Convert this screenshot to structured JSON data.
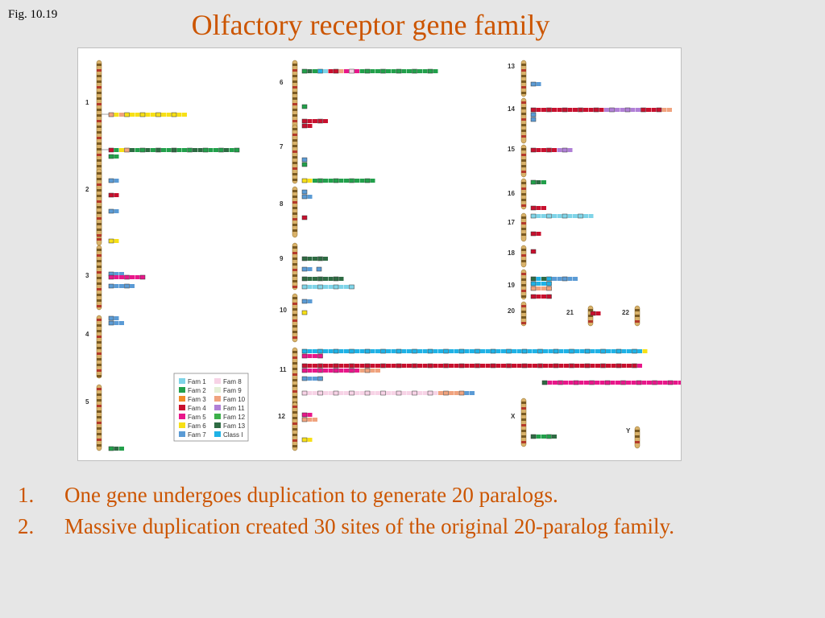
{
  "fig_label": "Fig. 10.19",
  "title": "Olfactory receptor gene family",
  "legend": [
    {
      "label": "Fam 1",
      "color": "#7fd4e8"
    },
    {
      "label": "Fam 2",
      "color": "#22a04b"
    },
    {
      "label": "Fam 3",
      "color": "#f28c28"
    },
    {
      "label": "Fam 4",
      "color": "#c8102e"
    },
    {
      "label": "Fam 5",
      "color": "#e8178a"
    },
    {
      "label": "Fam 6",
      "color": "#f7e017"
    },
    {
      "label": "Fam 7",
      "color": "#5b9bd5"
    },
    {
      "label": "Fam 8",
      "color": "#f7d3e6"
    },
    {
      "label": "Fam 9",
      "color": "#e4f0d6"
    },
    {
      "label": "Fam 10",
      "color": "#f0a37e"
    },
    {
      "label": "Fam 11",
      "color": "#b07fd6"
    },
    {
      "label": "Fam 12",
      "color": "#3cb04a"
    },
    {
      "label": "Fam 13",
      "color": "#2e6b43"
    },
    {
      "label": "Class I",
      "color": "#1fb2e6"
    }
  ],
  "chromosomes": [
    "1",
    "2",
    "3",
    "4",
    "5",
    "6",
    "7",
    "8",
    "9",
    "10",
    "11",
    "12",
    "13",
    "14",
    "15",
    "16",
    "17",
    "18",
    "19",
    "20",
    "21",
    "22",
    "X",
    "Y"
  ],
  "points": [
    "One gene undergoes duplication to generate 20 paralogs.",
    "Massive duplication created 30 sites of the original 20-paralog family."
  ],
  "point_numbers": [
    "1.",
    "2."
  ]
}
